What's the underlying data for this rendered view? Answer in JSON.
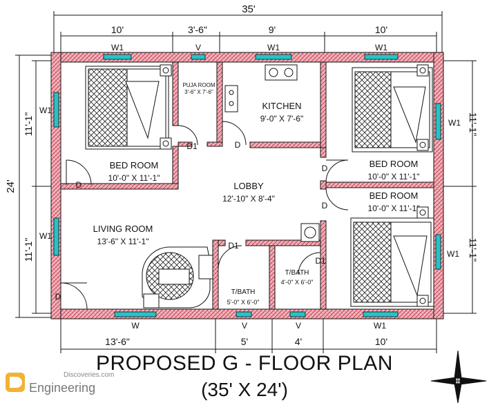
{
  "dimensions": {
    "top_total": "35'",
    "top": [
      "10'",
      "3'-6\"",
      "9'",
      "10'"
    ],
    "bottom": [
      "13'-6\"",
      "5'",
      "4'",
      "10'"
    ],
    "left_total": "24'",
    "left": [
      "11'-1\"",
      "11'-1\""
    ],
    "right": [
      "11'-1\"",
      "11'-1\""
    ]
  },
  "rooms": {
    "bed1": {
      "name": "BED ROOM",
      "size": "10'-0\" X 11'-1\""
    },
    "puja": {
      "name": "PUJA ROOM",
      "size": "3'-6\" X 7'-6\""
    },
    "kitchen": {
      "name": "KITCHEN",
      "size": "9'-0\" X 7'-6\""
    },
    "bed2": {
      "name": "BED ROOM",
      "size": "10'-0\" X 11'-1\""
    },
    "bed3": {
      "name": "BED ROOM",
      "size": "10'-0\" X 11'-1\""
    },
    "lobby": {
      "name": "LOBBY",
      "size": "12'-10\" X 8'-4\""
    },
    "living": {
      "name": "LIVING ROOM",
      "size": "13'-6\" X 11'-1\""
    },
    "tbath1": {
      "name": "T/BATH",
      "size": "5'-0\" X 6'-0\""
    },
    "tbath2": {
      "name": "T/BATH",
      "size": "4'-0\" X 6'-0\""
    }
  },
  "openings": {
    "w1": "W1",
    "w": "W",
    "v": "V",
    "d": "D",
    "d1": "D1"
  },
  "title": {
    "line1": "PROPOSED G - FLOOR PLAN",
    "line2": "(35' X 24')"
  },
  "watermark": {
    "site": "Discoveries.com",
    "brand": "Engineering"
  },
  "colors": {
    "wall_fill": "#f3b8c0",
    "wall_hatch": "#c0404f",
    "window": "#26c4c8",
    "line": "#111111"
  }
}
